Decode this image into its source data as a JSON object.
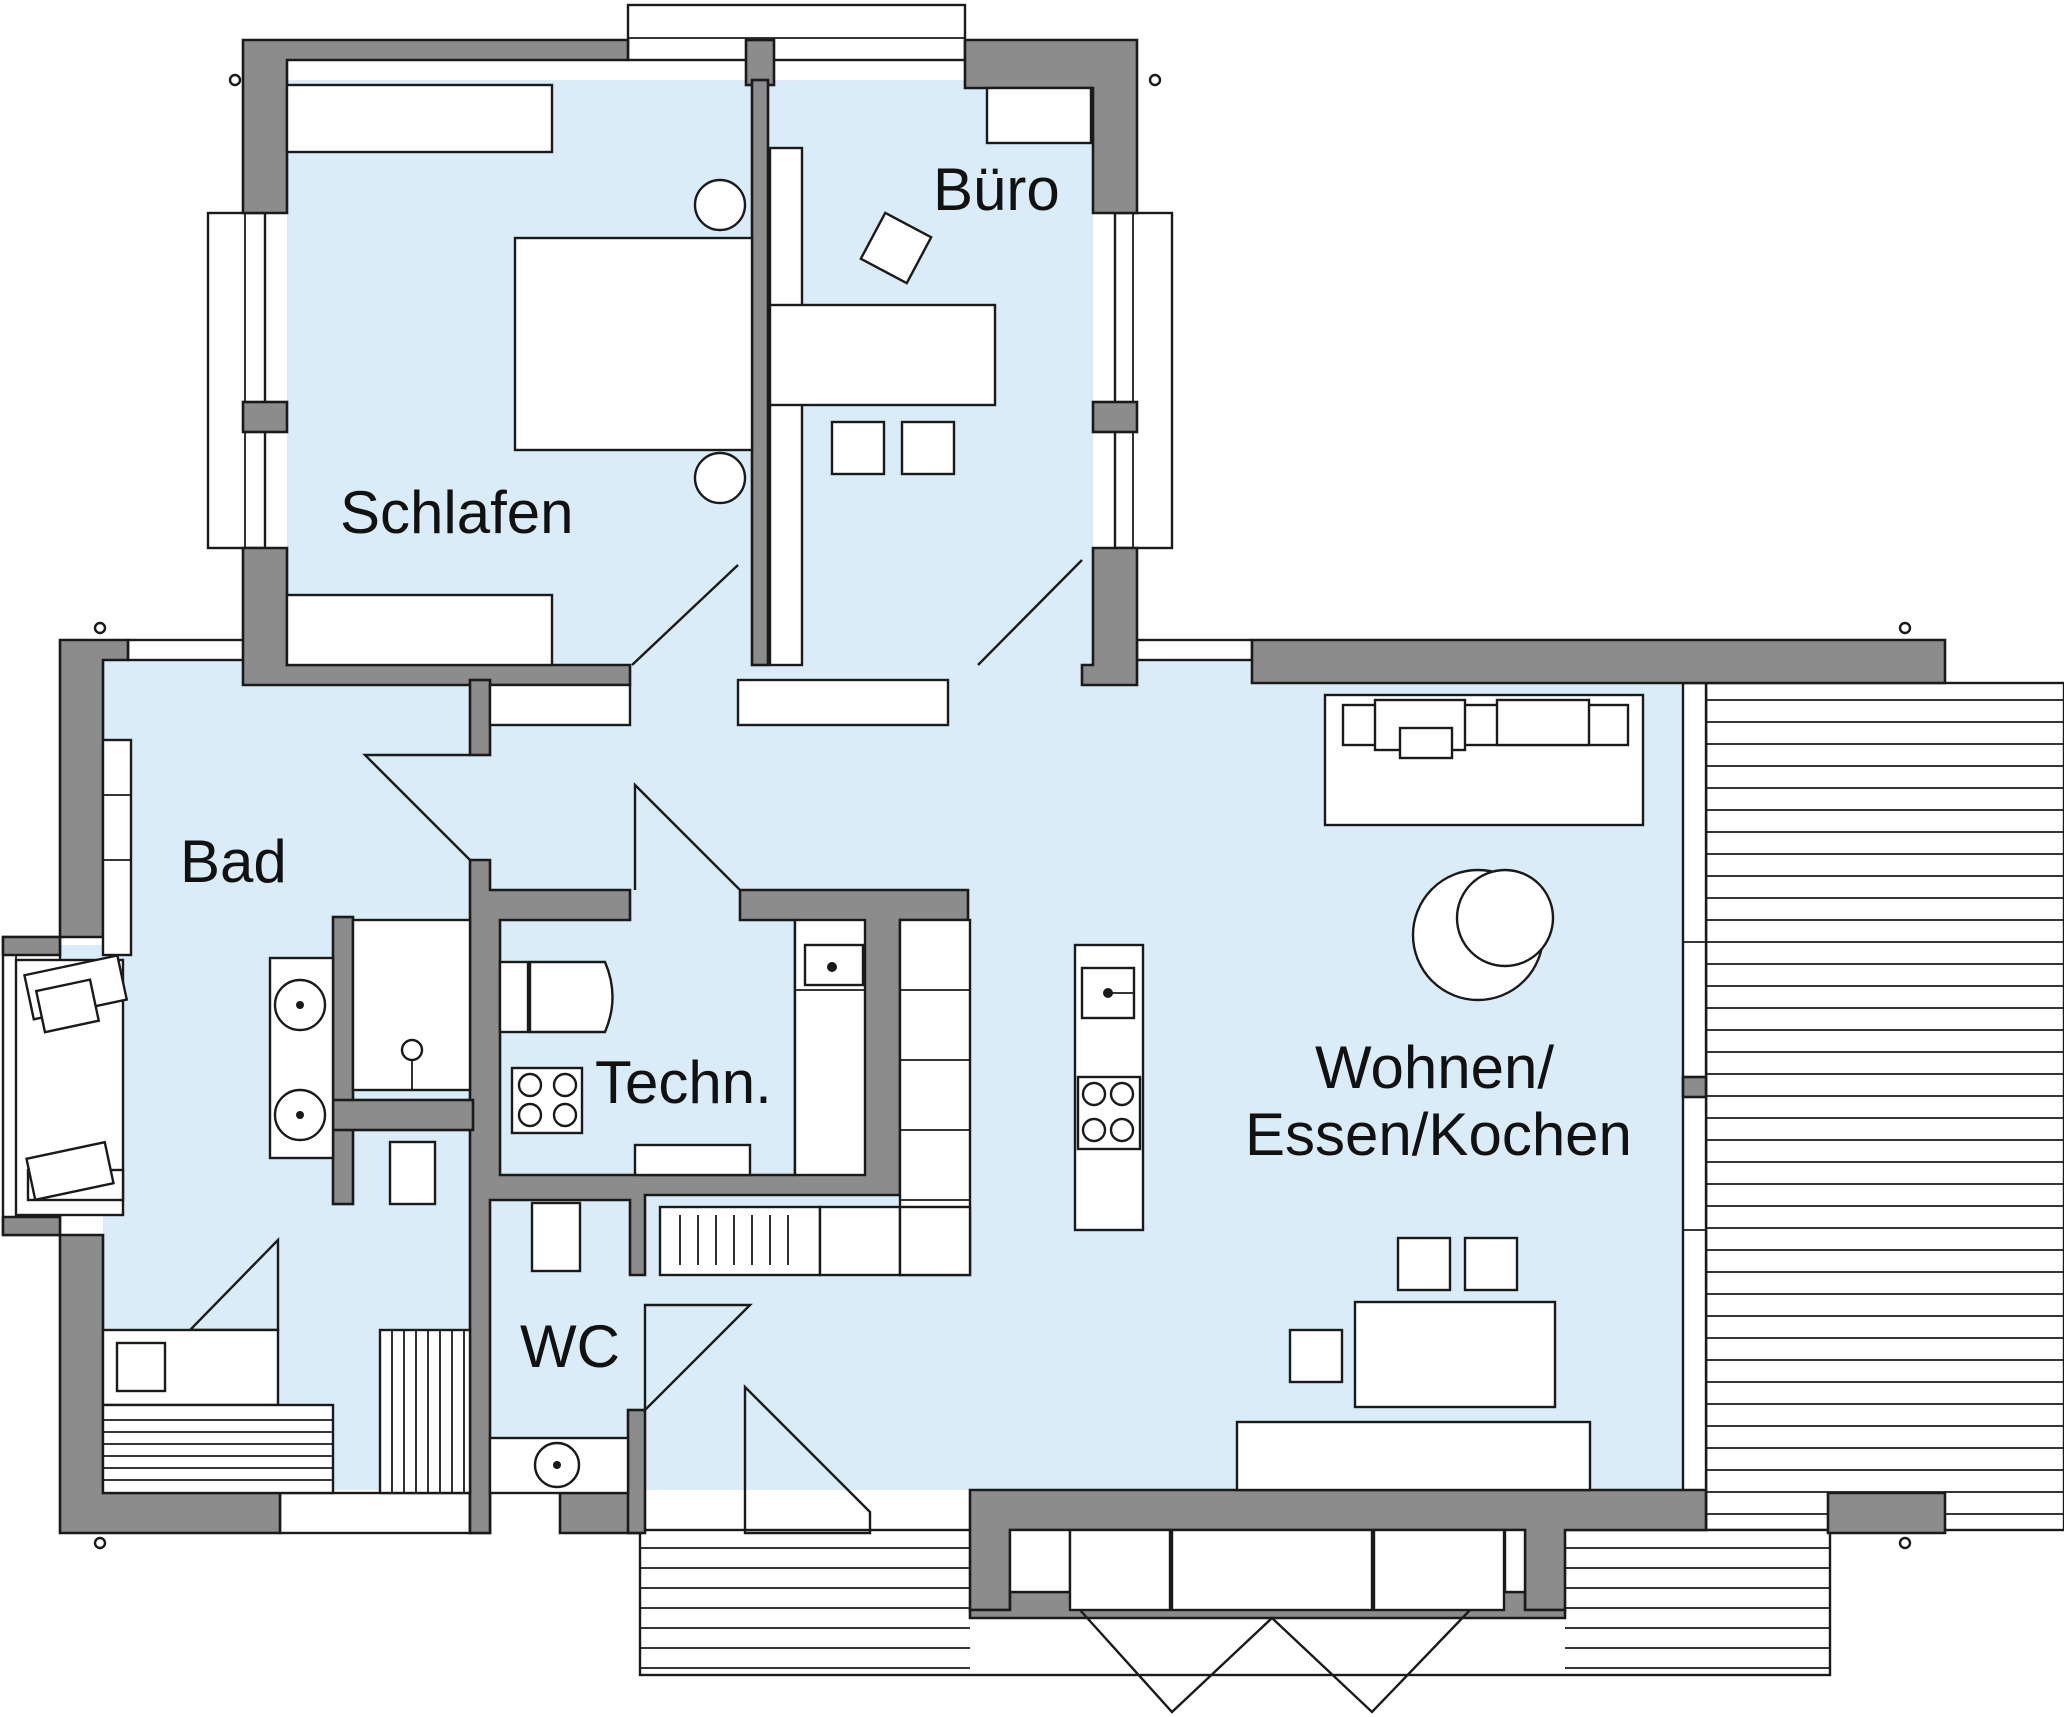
{
  "rooms": {
    "schlafen": "Schlafen",
    "buero": "Büro",
    "bad": "Bad",
    "techn": "Techn.",
    "wc": "WC",
    "wohnen_line1": "Wohnen/",
    "wohnen_line2": "Essen/Kochen"
  },
  "colors": {
    "room_fill": "#d9ecf7",
    "wall_fill": "#8c8c8c",
    "line": "#1a1a1a"
  }
}
